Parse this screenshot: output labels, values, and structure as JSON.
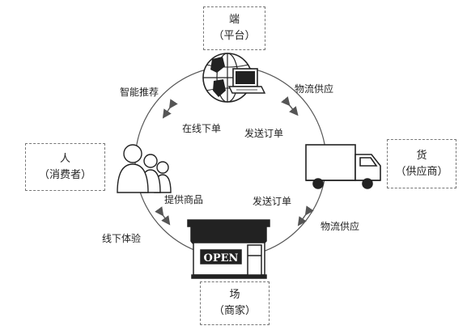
{
  "nodes": {
    "platform": {
      "title": "端",
      "subtitle": "（平台）"
    },
    "consumer": {
      "title": "人",
      "subtitle": "（消费者）"
    },
    "goods": {
      "title": "货",
      "subtitle": "（供应商）"
    },
    "store": {
      "title": "场",
      "subtitle": "（商家）",
      "sign": "OPEN"
    }
  },
  "edges": {
    "smart_recommend": "智能推荐",
    "online_order": "在线下单",
    "logistics_top": "物流供应",
    "send_order_top": "发送订单",
    "provide_goods": "提供商品",
    "send_order_bottom": "发送订单",
    "offline_experience": "线下体验",
    "logistics_bottom": "物流供应"
  },
  "icons": {
    "platform": "globe-laptop-icon",
    "consumer": "people-silhouette-icon",
    "goods": "delivery-truck-icon",
    "store": "storefront-open-icon"
  }
}
